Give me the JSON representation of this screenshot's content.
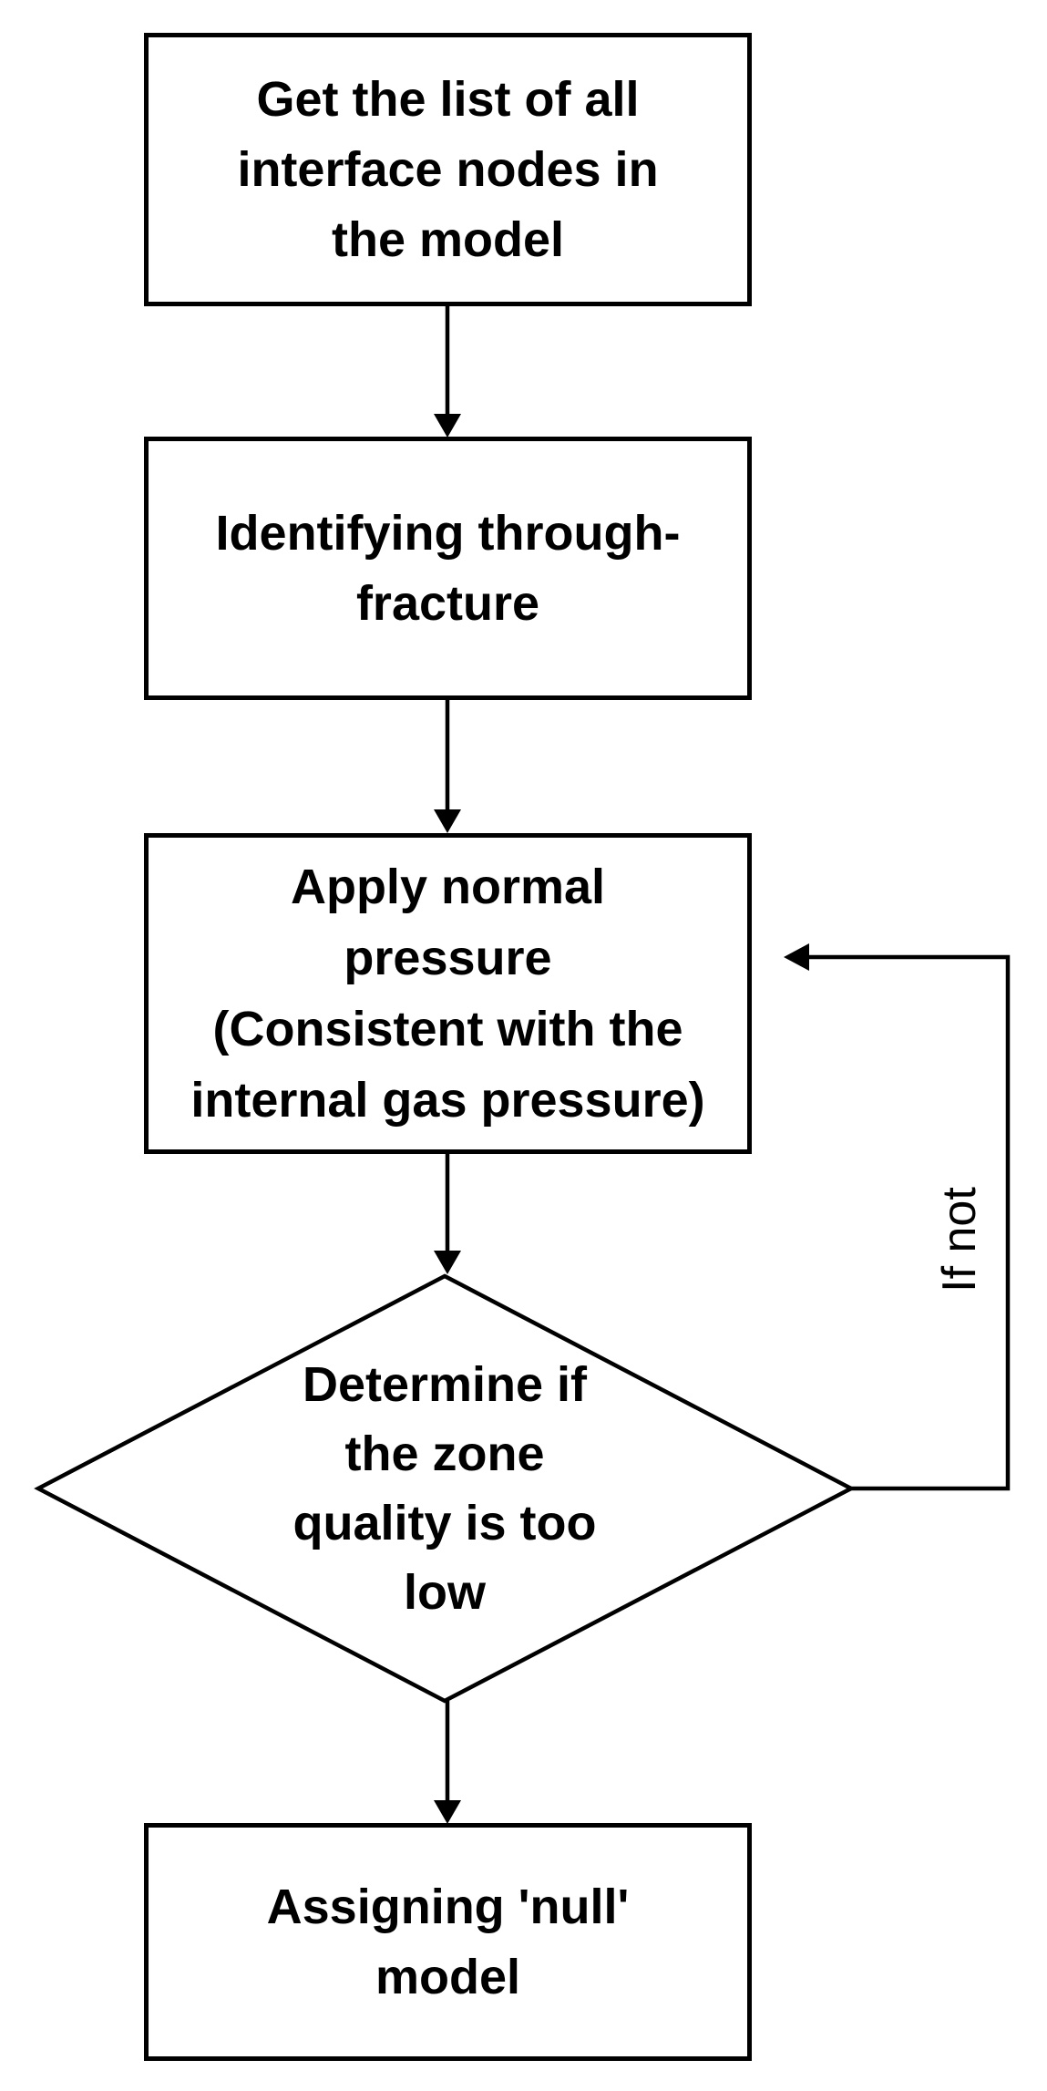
{
  "canvas": {
    "background": "#ffffff",
    "line_color": "#000000",
    "text_color": "#000000"
  },
  "flowchart": {
    "nodes": [
      {
        "id": "get-interface-nodes",
        "shape": "rectangle",
        "lines": [
          "Get the list of all",
          "interface nodes in",
          "the model"
        ]
      },
      {
        "id": "identify-through-fracture",
        "shape": "rectangle",
        "lines": [
          "Identifying through-",
          "fracture"
        ]
      },
      {
        "id": "apply-normal-pressure",
        "shape": "rectangle",
        "lines": [
          "Apply normal",
          "pressure",
          "(Consistent with the",
          "internal gas pressure)"
        ]
      },
      {
        "id": "zone-quality-decision",
        "shape": "diamond",
        "lines": [
          "Determine if",
          "the zone",
          "quality is too",
          "low"
        ]
      },
      {
        "id": "assign-null-model",
        "shape": "rectangle",
        "lines": [
          "Assigning 'null'",
          "model"
        ]
      }
    ],
    "edges": [
      {
        "from": "get-interface-nodes",
        "to": "identify-through-fracture",
        "label": ""
      },
      {
        "from": "identify-through-fracture",
        "to": "apply-normal-pressure",
        "label": ""
      },
      {
        "from": "apply-normal-pressure",
        "to": "zone-quality-decision",
        "label": ""
      },
      {
        "from": "zone-quality-decision",
        "to": "assign-null-model",
        "label": ""
      },
      {
        "from": "zone-quality-decision",
        "to": "apply-normal-pressure",
        "label": "If not"
      }
    ]
  }
}
